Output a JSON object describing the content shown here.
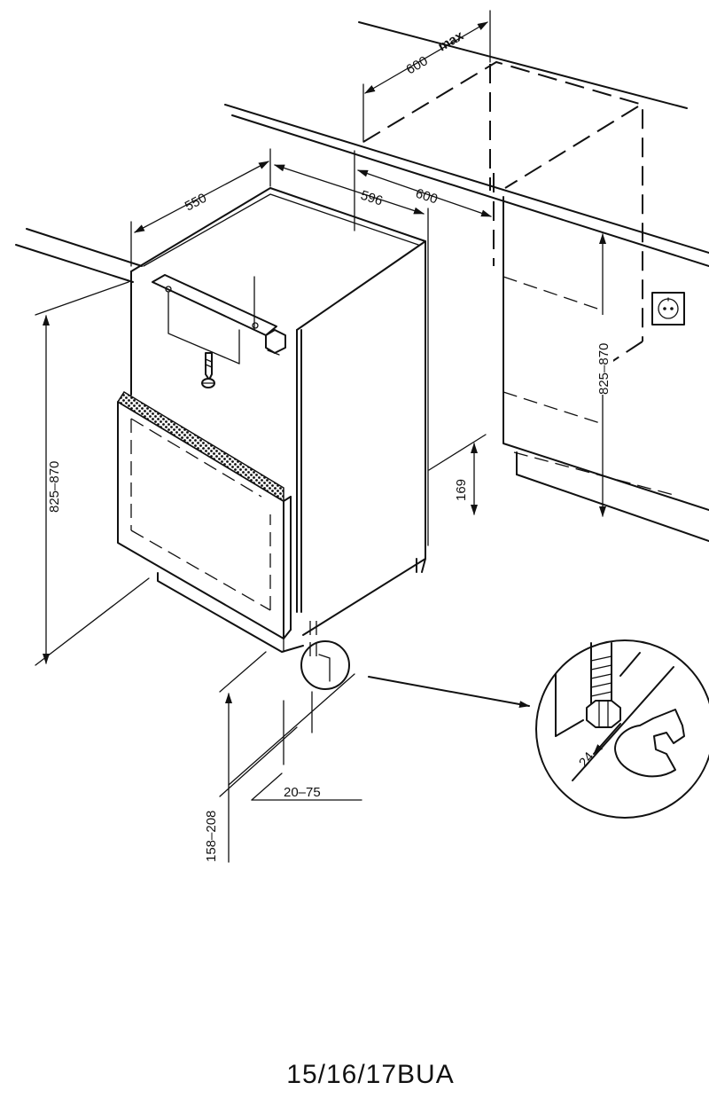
{
  "diagram": {
    "dimensions": {
      "niche_depth_max": "600",
      "niche_depth_max_suffix": "max",
      "appliance_depth": "550",
      "appliance_width": "596",
      "niche_width": "600",
      "appliance_height": "825–870",
      "niche_height": "825–870",
      "vent_height": "169",
      "plinth_height": "158–208",
      "plinth_setback": "20–75",
      "wrench_size": "24"
    },
    "model_label": "15/16/17BUA"
  }
}
